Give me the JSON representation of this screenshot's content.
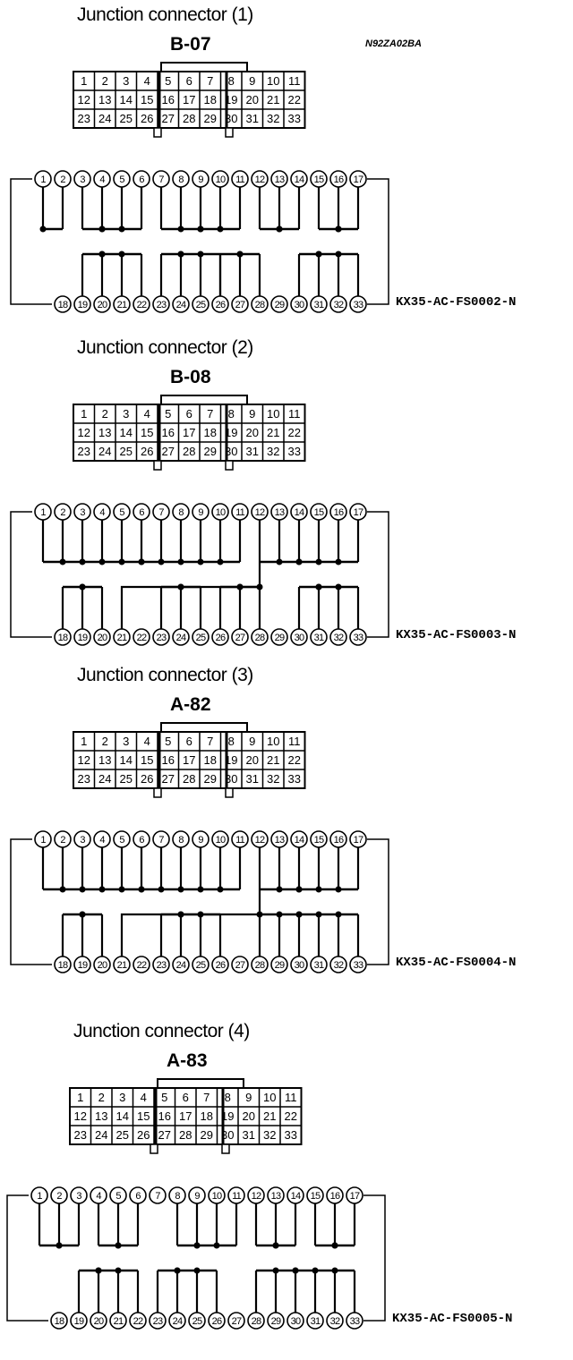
{
  "ref_code": "N92ZA02BA",
  "connectors": [
    {
      "title": "Junction connector (1)",
      "name": "B-07",
      "code": "KX35-AC-FS0002-N",
      "top_groups": [
        [
          1,
          2
        ],
        [
          3,
          4,
          5,
          6
        ],
        [
          7,
          8,
          9,
          10,
          11
        ],
        [
          12,
          13,
          14
        ],
        [
          15,
          16,
          17
        ]
      ],
      "bottom_groups": [
        [
          19,
          20,
          21,
          22
        ],
        [
          23,
          24,
          25,
          26
        ],
        [
          26,
          27,
          28
        ],
        [
          30,
          31,
          32,
          33
        ]
      ],
      "links": []
    },
    {
      "title": "Junction connector (2)",
      "name": "B-08",
      "code": "KX35-AC-FS0003-N",
      "top_groups": [
        [
          1,
          2,
          3,
          4,
          5,
          6,
          7,
          8,
          9,
          10,
          11
        ],
        [
          12,
          13,
          14,
          15,
          16,
          17
        ]
      ],
      "bottom_groups": [
        [
          18,
          19,
          20
        ],
        [
          23,
          24,
          25
        ],
        [
          26,
          27,
          28
        ],
        [
          30,
          31,
          32,
          33
        ]
      ],
      "links": [
        [
          21,
          12
        ]
      ]
    },
    {
      "title": "Junction connector (3)",
      "name": "A-82",
      "code": "KX35-AC-FS0004-N",
      "top_groups": [
        [
          1,
          2,
          3,
          4,
          5,
          6,
          7,
          8,
          9,
          10,
          11
        ],
        [
          12,
          13,
          14,
          15,
          16,
          17
        ]
      ],
      "bottom_groups": [
        [
          18,
          19,
          20
        ],
        [
          23,
          24,
          25,
          26
        ],
        [
          28,
          29,
          30,
          31,
          32,
          33
        ]
      ],
      "links": [
        [
          21,
          12
        ]
      ]
    },
    {
      "title": "Junction connector (4)",
      "name": "A-83",
      "code": "KX35-AC-FS0005-N",
      "top_groups": [
        [
          1,
          2,
          3
        ],
        [
          4,
          5,
          6
        ],
        [
          8,
          9,
          10,
          11
        ],
        [
          12,
          13,
          14
        ],
        [
          15,
          16,
          17
        ]
      ],
      "bottom_groups": [
        [
          19,
          20,
          21,
          22
        ],
        [
          23,
          24,
          25,
          26
        ],
        [
          28,
          29,
          30,
          31,
          32,
          33
        ]
      ],
      "links": []
    }
  ],
  "face_rows": [
    [
      "1",
      "2",
      "3",
      "4",
      "5",
      "6",
      "7",
      "8",
      "9",
      "10",
      "11"
    ],
    [
      "12",
      "13",
      "14",
      "15",
      "16",
      "17",
      "18",
      "19",
      "20",
      "21",
      "22"
    ],
    [
      "23",
      "24",
      "25",
      "26",
      "27",
      "28",
      "29",
      "30",
      "31",
      "32",
      "33"
    ]
  ]
}
